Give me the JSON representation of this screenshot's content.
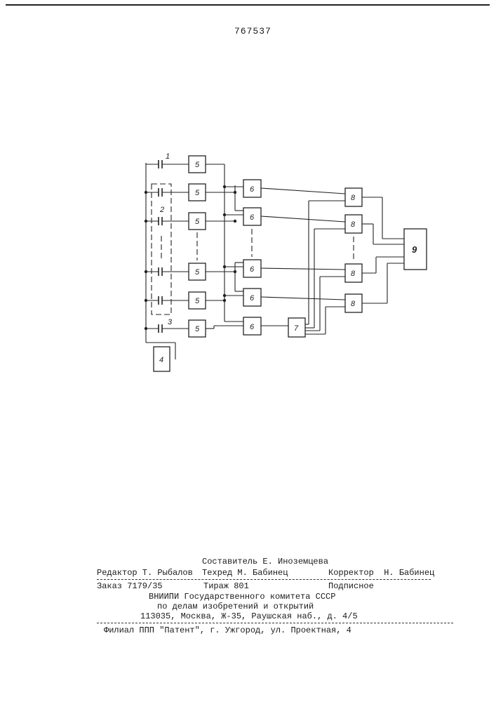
{
  "document": {
    "patent_number": "767537"
  },
  "diagram": {
    "block_labels": {
      "b1": "1",
      "b2": "2",
      "b3": "3",
      "b4": "4",
      "b5": "5",
      "b6": "6",
      "b7": "7",
      "b8": "8",
      "b9": "9"
    }
  },
  "footer": {
    "compiler": "Составитель Е. Иноземцева",
    "editor": "Редактор Т. Рыбалов",
    "techred": "Техред М. Бабинец",
    "corrector": "Корректор  Н. Бабинец",
    "order": "Заказ 7179/35",
    "circulation": "Тираж 801",
    "subscription": "Подписное",
    "org_line1": "ВНИИПИ Государственного комитета СССР",
    "org_line2": "по делам изобретений и открытий",
    "address": "113035, Москва, Ж-35, Раушская наб., д. 4/5",
    "branch": "Филиал ППП \"Патент\", г. Ужгород, ул. Проектная, 4"
  }
}
